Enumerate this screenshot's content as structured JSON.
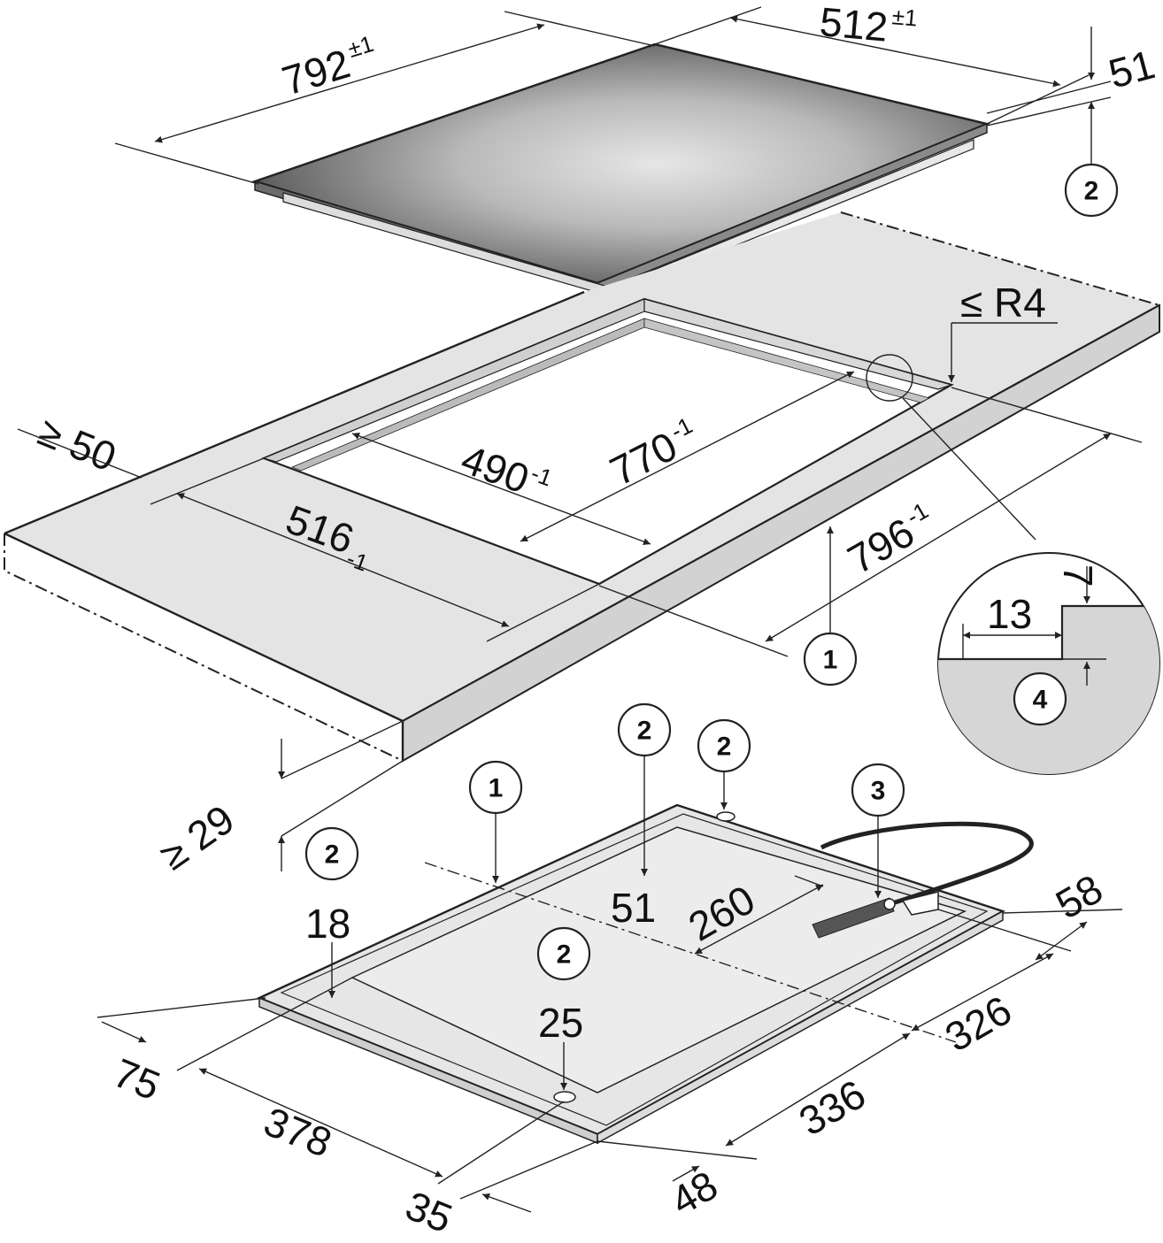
{
  "top_view": {
    "width_label": "792",
    "width_tol": "±1",
    "depth_label": "512",
    "depth_tol": "±1",
    "height_label": "51",
    "height_callout": "2"
  },
  "cutout": {
    "front_edge_label": "≥ 50",
    "radius_label": "≤ R4",
    "inner_depth_label": "490",
    "inner_depth_tol": "-1",
    "inner_width_label": "770",
    "inner_width_tol": "-1",
    "outer_depth_label": "516",
    "outer_depth_tol": "-1",
    "outer_width_label": "796",
    "outer_width_tol": "-1",
    "worktop_callout": "1",
    "rebate_callout": "4",
    "thickness_label": "≥ 29"
  },
  "detail": {
    "width_label": "13",
    "depth_label": "7",
    "callout": "4"
  },
  "bottom_view": {
    "callouts": [
      "1",
      "2",
      "2",
      "2",
      "2",
      "3"
    ],
    "labels": {
      "d18": "18",
      "d51": "51",
      "d260": "260",
      "d25": "25",
      "d58": "58",
      "d75": "75",
      "d378": "378",
      "d35": "35",
      "d326": "326",
      "d336": "336",
      "d48": "48"
    }
  }
}
